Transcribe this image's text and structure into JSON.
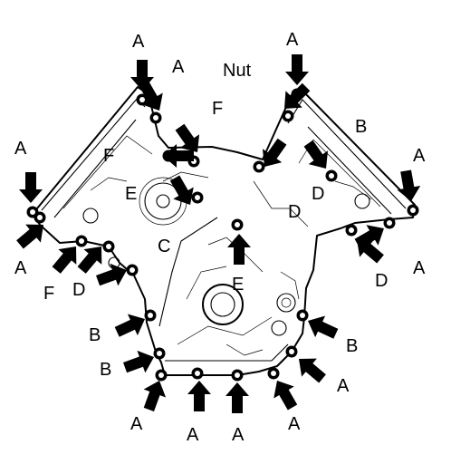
{
  "diagram": {
    "labels": {
      "nut": "Nut",
      "a": "A",
      "b": "B",
      "c": "C",
      "d": "D",
      "e": "E",
      "f": "F"
    },
    "colors": {
      "ink": "#000000",
      "paper": "#ffffff"
    }
  }
}
